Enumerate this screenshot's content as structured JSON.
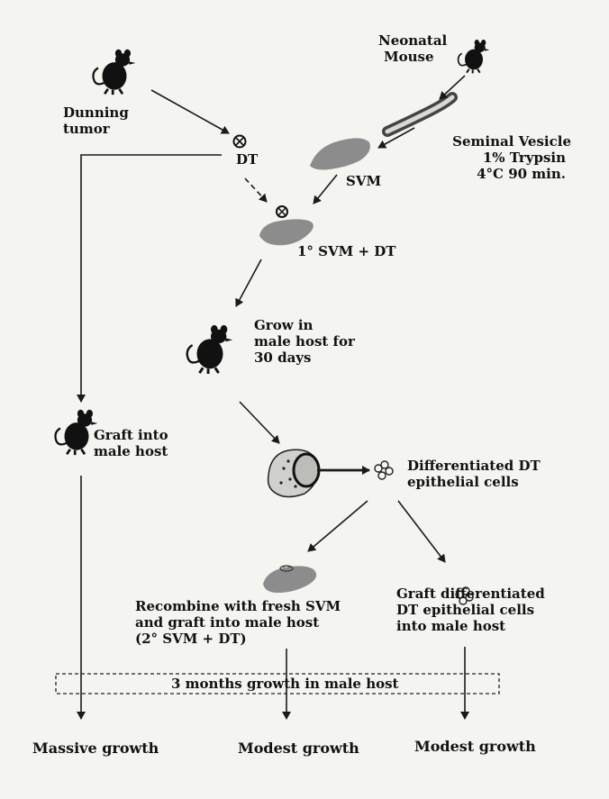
{
  "labels": {
    "neonatal_mouse": [
      "Neonatal",
      "Mouse"
    ],
    "dunning_tumor": [
      "Dunning",
      "tumor"
    ],
    "dt": "DT",
    "seminal_vesicle": "Seminal Vesicle",
    "trypsin": "1% Trypsin",
    "temp_time": "4°C 90 min.",
    "svm": "SVM",
    "svm_dt": "1° SVM + DT",
    "grow_host": [
      "Grow in",
      "male host for",
      "30 days"
    ],
    "graft_host": [
      "Graft into",
      "male host"
    ],
    "differentiated": [
      "Differentiated DT",
      "epithelial cells"
    ],
    "recombine": [
      "Recombine with fresh SVM",
      "and graft into male host",
      "(2° SVM + DT)"
    ],
    "graft_diff": [
      "Graft differentiated",
      "DT epithelial cells",
      "into male host"
    ],
    "box": "3 months growth in male host",
    "outcome_left": "Massive growth",
    "outcome_mid": "Modest growth",
    "outcome_right": "Modest growth"
  },
  "colors": {
    "tissue": "#8c8c8c",
    "mouse": "#111111",
    "line": "#1a1a1a",
    "background": "#f4f4f1"
  },
  "icons": [
    "mouse-icon",
    "tumor-icon",
    "seminal-vesicle-icon",
    "tissue-icon",
    "graft-section-icon",
    "cluster-icon"
  ]
}
